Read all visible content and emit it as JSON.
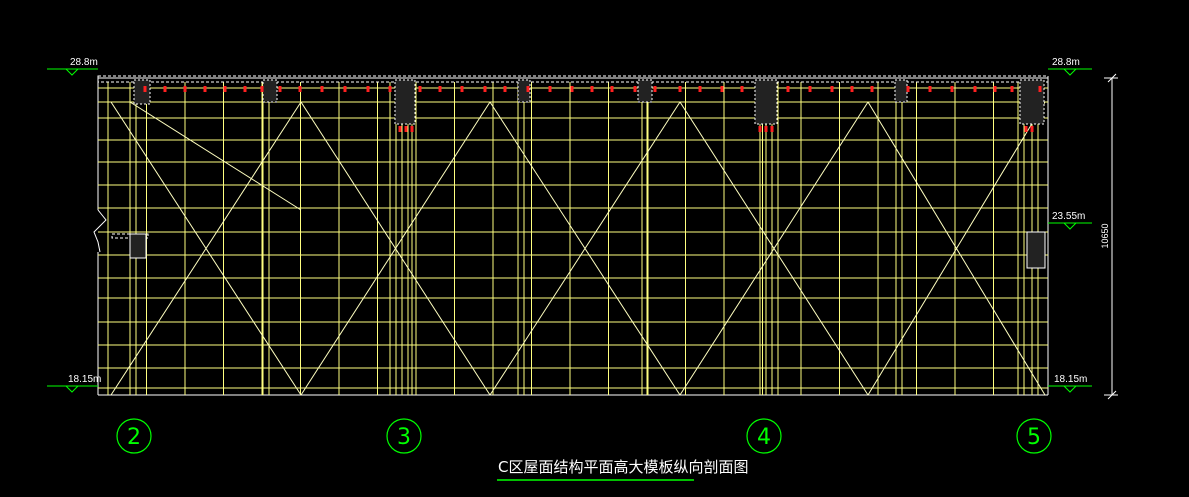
{
  "levels": {
    "top_left": "28.8m",
    "top_right": "28.8m",
    "mid_right": "23.55m",
    "bottom_left": "18.15m",
    "bottom_right": "18.15m"
  },
  "dimension": "10650",
  "axes": [
    "2",
    "3",
    "4",
    "5"
  ],
  "title": "C区屋面结构平面高大模板纵向剖面图",
  "colors": {
    "background": "#000000",
    "scaffold": "#ffff80",
    "bracing": "#ffffc0",
    "structure": "#ffffff",
    "prop_marker": "#ff2020",
    "level_marker": "#00ff00",
    "axis_bubble": "#00ff00"
  }
}
